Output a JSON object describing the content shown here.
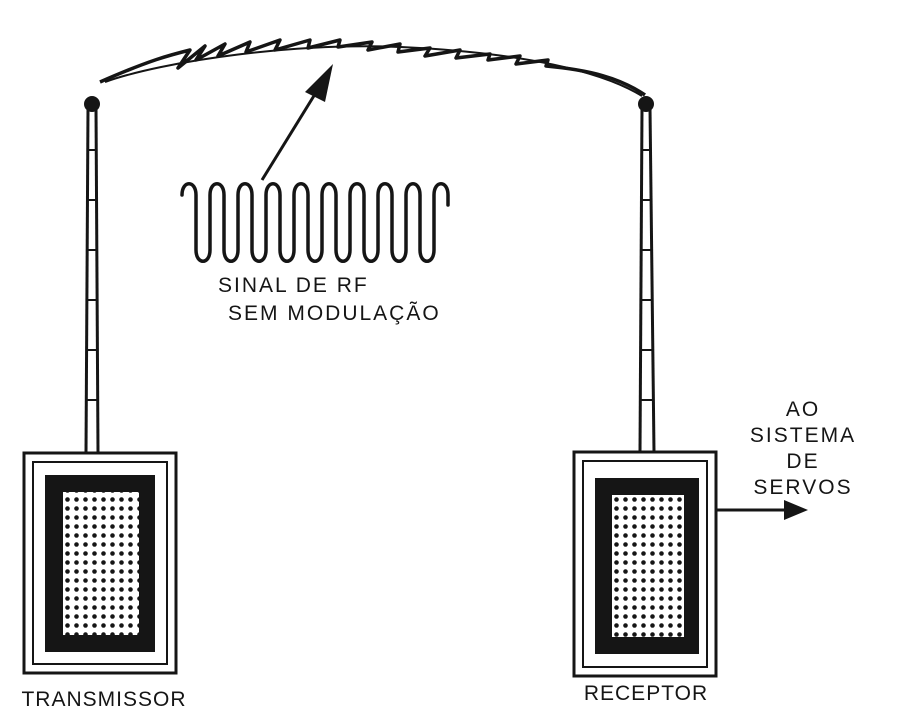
{
  "colors": {
    "ink": "#151515",
    "paper": "#ffffff"
  },
  "signal_label": {
    "line1": "SINAL DE RF",
    "line2": "SEM MODULAÇÃO"
  },
  "output_label": {
    "line1": "AO",
    "line2": "SISTEMA",
    "line3": "DE",
    "line4": "SERVOS"
  },
  "transmitter": {
    "label": "TRANSMISSOR"
  },
  "receiver": {
    "label": "RECEPTOR"
  }
}
